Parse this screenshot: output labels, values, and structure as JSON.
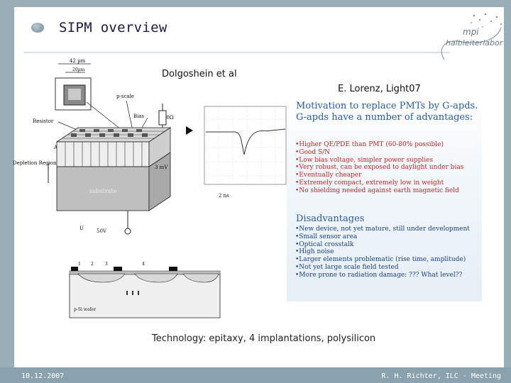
{
  "slide": {
    "title": "SIPM overview",
    "logo": {
      "line1": "mpi",
      "line2": "halbleiterlabor"
    },
    "caption_dolgoshein": "Dolgoshein et al",
    "caption_lorenz": "E. Lorenz, Light07",
    "technology": "Technology: epitaxy, 4 implantations, polysilicon",
    "footer_date": "10.12.2007",
    "footer_author": "R. H. Richter, ILC - Meeting"
  },
  "figure": {
    "dim_top": "42 µm",
    "dim_inner": "20µm",
    "label_pixels": "p-scale",
    "label_resistor": "Resistor",
    "label_al": "Al",
    "label_depletion": "Depletion Region",
    "label_substrate": "substrate",
    "label_rbias": "50Ω",
    "label_bias": "Bias",
    "label_ubias": "U",
    "label_ubias_value": "50V",
    "label_scope_v": "3 mV",
    "label_scope_t": "2 ns",
    "label_wafer": "p-Si wafer",
    "cross_numbers": [
      "1",
      "2",
      "3",
      "4"
    ]
  },
  "motivation": {
    "headline1": "Motivation to replace PMTs by G-apds.",
    "headline2": "G-apds have a number of advantages:",
    "advantages": [
      "•Higher QE/PDE than PMT (60-80% possible)",
      "•Good S/N",
      "•Low bias voltage, simpler power supplies",
      "•Very robust, can be exposed to daylight under bias",
      "•Eventually cheaper",
      "•Extremely compact, extremely low in weight",
      "•No shielding needed against earth magnetic field"
    ],
    "disadvantages_title": "Disadvantages",
    "disadvantages": [
      "•New device, not yet mature, still under development",
      "•Small sensor area",
      "•Optical crosstalk",
      "•High noise",
      "•Larger elements problematic (rise time, amplitude)",
      "•Not yet large scale field tested",
      "•More prone to radiation damage: ??? What level??"
    ]
  },
  "colors": {
    "frame": "#9aaeb8",
    "title": "#1b1b44",
    "headline": "#2a5aa8",
    "advantage_text": "#c6262a",
    "disadvantage_text": "#1d3f86"
  }
}
